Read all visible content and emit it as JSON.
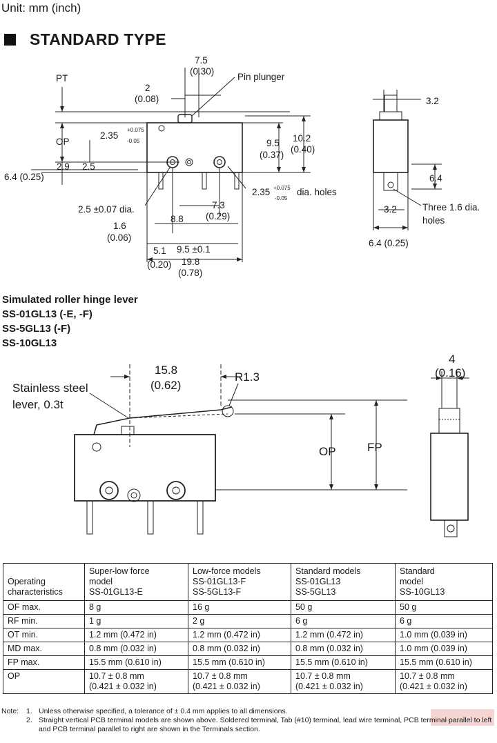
{
  "header": {
    "unit": "Unit: mm (inch)",
    "section_title": "STANDARD TYPE"
  },
  "drawing1": {
    "labels": {
      "pt": "PT",
      "op": "OP",
      "d_2": "2",
      "d_2_in": "(0.08)",
      "d_7_5": "7.5",
      "d_7_5_in": "(0.30)",
      "pin_plunger": "Pin plunger",
      "d_2_35": "2.35",
      "tol_plus": "+0.075",
      "tol_minus": "-0.05",
      "d_9_5": "9.5",
      "d_9_5_in": "(0.37)",
      "d_10_2": "10.2",
      "d_10_2_in": "(0.40)",
      "d_2_9": "2.9",
      "d_2_5": "2.5",
      "d_6_4_in": "6.4 (0.25)",
      "dia_holes": "dia. holes",
      "d_2_5_dia": "2.5 ±0.07 dia.",
      "d_7_3": "7.3",
      "d_7_3_in": "(0.29)",
      "d_1_6": "1.6",
      "d_1_6_in": "(0.06)",
      "d_8_8": "8.8",
      "d_5_1": "5.1",
      "d_5_1_in": "(0.20)",
      "d_9_5_tol": "9.5 ±0.1",
      "d_19_8": "19.8",
      "d_19_8_in": "(0.78)",
      "d_3_2_top": "3.2",
      "d_6_4": "6.4",
      "d_3_2_bottom": "3.2",
      "three_holes_1": "Three 1.6 dia.",
      "three_holes_2": "holes",
      "d_6_4_side": "6.4 (0.25)"
    }
  },
  "models": {
    "title": "Simulated roller hinge lever",
    "line1": "SS-01GL13 (-E, -F)",
    "line2": "SS-5GL13 (-F)",
    "line3": "SS-10GL13"
  },
  "drawing2": {
    "labels": {
      "lever_1": "Stainless steel",
      "lever_2": "lever, 0.3t",
      "d_15_8": "15.8",
      "d_15_8_in": "(0.62)",
      "r_1_3": "R1.3",
      "op": "OP",
      "fp": "FP",
      "d_4": "4",
      "d_4_in": "(0.16)"
    }
  },
  "table": {
    "header": {
      "c0_1": "Operating",
      "c0_2": "characteristics",
      "c1_1": "Super-low force",
      "c1_2": "model",
      "c1_3": "SS-01GL13-E",
      "c2_1": "Low-force models",
      "c2_2": "SS-01GL13-F",
      "c2_3": "SS-5GL13-F",
      "c3_1": "Standard models",
      "c3_2": "SS-01GL13",
      "c3_3": "SS-5GL13",
      "c4_1": "Standard",
      "c4_2": "model",
      "c4_3": "SS-10GL13"
    },
    "rows": [
      {
        "label": "OF max.",
        "v1": "8 g",
        "v2": "16 g",
        "v3": "50 g",
        "v4": "50 g"
      },
      {
        "label": "RF min.",
        "v1": "1 g",
        "v2": "2 g",
        "v3": "6 g",
        "v4": "6 g"
      },
      {
        "label": "OT min.",
        "v1": "1.2 mm (0.472 in)",
        "v2": "1.2 mm (0.472 in)",
        "v3": "1.2 mm (0.472 in)",
        "v4": "1.0 mm (0.039 in)"
      },
      {
        "label": "MD max.",
        "v1": "0.8 mm (0.032 in)",
        "v2": "0.8 mm (0.032 in)",
        "v3": "0.8 mm (0.032 in)",
        "v4": "1.0 mm (0.039 in)"
      },
      {
        "label": "FP max.",
        "v1": "15.5 mm (0.610 in)",
        "v2": "15.5 mm (0.610 in)",
        "v3": "15.5 mm (0.610 in)",
        "v4": "15.5 mm (0.610 in)"
      }
    ],
    "op_row": {
      "label": "OP",
      "a1": "10.7 ± 0.8 mm",
      "b1": "(0.421 ± 0.032 in)",
      "a2": "10.7 ± 0.8 mm",
      "b2": "(0.421 ± 0.032 in)",
      "a3": "10.7 ± 0.8 mm",
      "b3": "(0.421 ± 0.032 in)",
      "a4": "10.7 ± 0.8 mm",
      "b4": "(0.421 ± 0.032 in)"
    }
  },
  "notes": {
    "label": "Note:",
    "n1_num": "1.",
    "n1": "Unless otherwise specified, a tolerance of ± 0.4 mm applies to all dimensions.",
    "n2_num": "2.",
    "n2": "Straight vertical PCB terminal models are shown above. Soldered terminal, Tab (#10) terminal, lead wire terminal, PCB terminal parallel to left and PCB terminal parallel to right are shown in the Terminals section."
  }
}
